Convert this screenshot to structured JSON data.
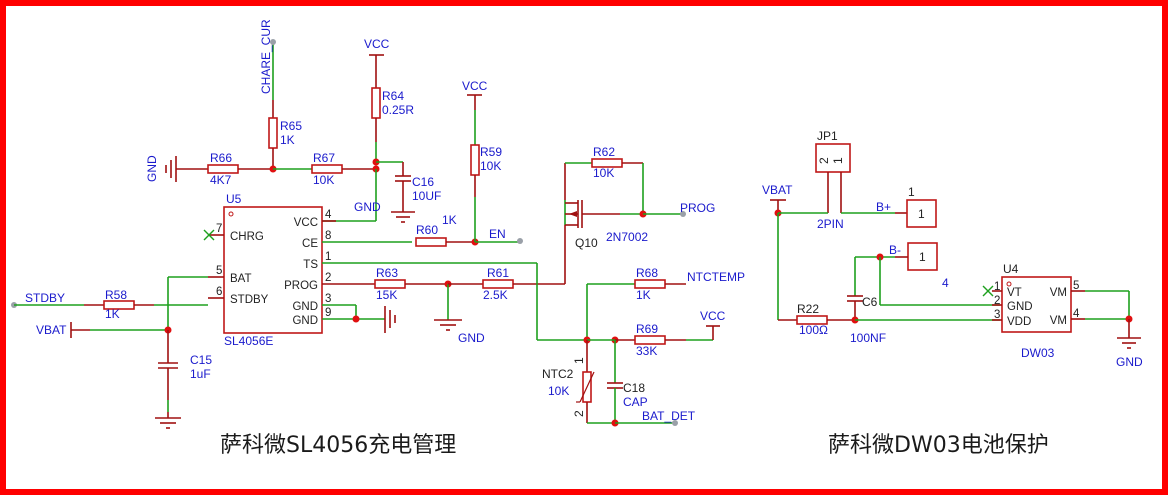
{
  "titles": {
    "left": "萨科微SL4056充电管理",
    "right": "萨科微DW03电池保护"
  },
  "colors": {
    "border": "#ff0000",
    "wire": "#1ea01e",
    "component": "#a01010",
    "label": "#1a1acc",
    "junction": "#e01010"
  },
  "nets": {
    "chare_cur": "CHARE_CUR",
    "vcc": "VCC",
    "gnd": "GND",
    "en": "EN",
    "prog": "PROG",
    "ntctemp": "NTCTEMP",
    "bat_det": "BAT_DET",
    "stdby": "STDBY",
    "vbat": "VBAT",
    "bplus": "B+",
    "bminus": "B-"
  },
  "components": {
    "R64": {
      "ref": "R64",
      "value": "0.25R"
    },
    "R65": {
      "ref": "R65",
      "value": "1K"
    },
    "R66": {
      "ref": "R66",
      "value": "4K7"
    },
    "R67": {
      "ref": "R67",
      "value": "10K"
    },
    "C16": {
      "ref": "C16",
      "value": "10UF"
    },
    "R59": {
      "ref": "R59",
      "value": "10K"
    },
    "R60": {
      "ref": "R60",
      "value": "1K"
    },
    "R62": {
      "ref": "R62",
      "value": "10K"
    },
    "Q10": {
      "ref": "Q10",
      "value": "2N7002"
    },
    "R63": {
      "ref": "R63",
      "value": "15K"
    },
    "R61": {
      "ref": "R61",
      "value": "2.5K"
    },
    "R68": {
      "ref": "R68",
      "value": "1K"
    },
    "R69": {
      "ref": "R69",
      "value": "33K"
    },
    "NTC2": {
      "ref": "NTC2",
      "value": "10K",
      "pin1": "1",
      "pin2": "2"
    },
    "C18": {
      "ref": "C18",
      "value": "CAP"
    },
    "R58": {
      "ref": "R58",
      "value": "1K"
    },
    "C15": {
      "ref": "C15",
      "value": "1uF"
    },
    "U5": {
      "ref": "U5",
      "value": "SL4056E",
      "left_pins": [
        {
          "num": "7",
          "name": "CHRG"
        },
        {
          "num": "5",
          "name": "BAT"
        },
        {
          "num": "6",
          "name": "STDBY"
        }
      ],
      "right_pins": [
        {
          "num": "4",
          "name": "VCC"
        },
        {
          "num": "8",
          "name": "CE"
        },
        {
          "num": "1",
          "name": "TS"
        },
        {
          "num": "2",
          "name": "PROG"
        },
        {
          "num": "3",
          "name": "GND"
        },
        {
          "num": "9",
          "name": "GND"
        }
      ]
    },
    "JP1": {
      "ref": "JP1",
      "value": "2PIN",
      "pin_a": "2",
      "pin_b": "1"
    },
    "J_BPLUS": {
      "ref": "1",
      "pin": "1"
    },
    "J_BMINUS": {
      "ref": "4",
      "pin": "1"
    },
    "R22": {
      "ref": "R22",
      "value": "100Ω"
    },
    "C6": {
      "ref": "C6",
      "value": "100NF"
    },
    "U4": {
      "ref": "U4",
      "value": "DW03",
      "left_pins": [
        {
          "num": "1",
          "name": "VT"
        },
        {
          "num": "2",
          "name": "GND"
        },
        {
          "num": "3",
          "name": "VDD"
        }
      ],
      "right_pins": [
        {
          "num": "5",
          "name": "VM"
        },
        {
          "num": "4",
          "name": "VM"
        }
      ]
    }
  }
}
